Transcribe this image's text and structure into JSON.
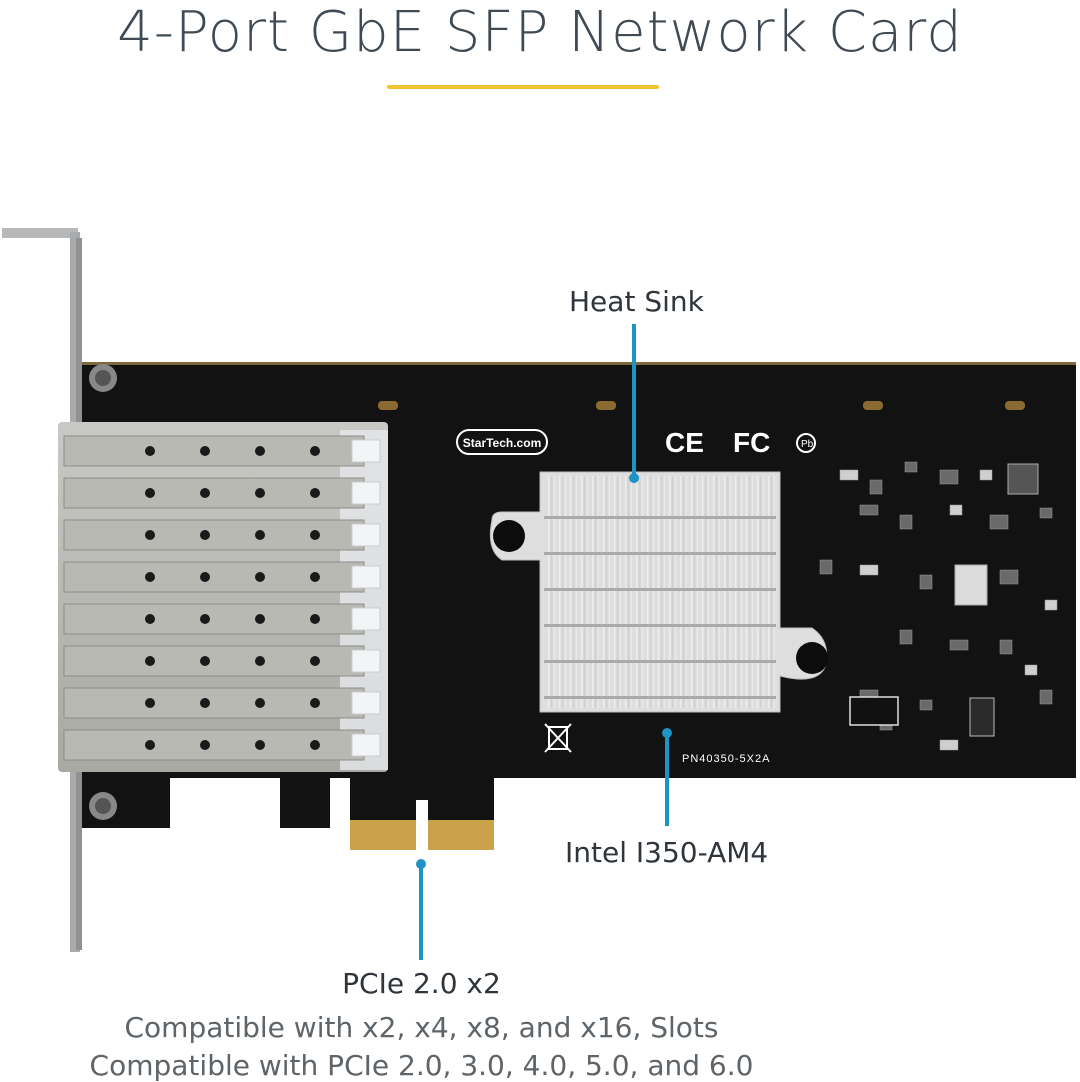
{
  "title": "4-Port GbE SFP Network Card",
  "colors": {
    "accent_underline": "#f2c230",
    "callout_line": "#1e93c4",
    "pcb": "#111111",
    "heatsink": "#d8d8d8",
    "gold_fingers": "#c9a24a"
  },
  "callouts": {
    "heat_sink": "Heat Sink",
    "chip": "Intel I350-AM4",
    "bus": "PCIe 2.0 x2"
  },
  "compatibility": [
    "Compatible with x2, x4, x8, and x16, Slots",
    "Compatible with PCIe 2.0, 3.0, 4.0, 5.0, and 6.0"
  ],
  "board": {
    "brand_logo": "StarTech.com",
    "part_number": "PN40350-5X2A",
    "certification_marks": [
      "CE",
      "FC"
    ],
    "icons": [
      "weee-bin-icon",
      "pb-free-icon"
    ]
  }
}
